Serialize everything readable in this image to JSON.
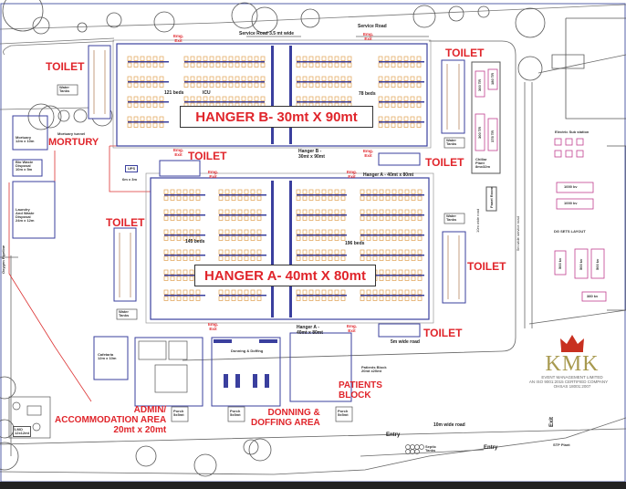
{
  "hangars": {
    "b": {
      "title": "HANGER B- 30mt X 90mt",
      "sub": "Hanger B -\n30mt x 90mt",
      "beds_left": "121 beds",
      "icu": "ICU",
      "beds_right": "78 beds"
    },
    "a": {
      "title": "HANGER A- 40mt X 80mt",
      "header": "Hanger A - 40mt x 80mt",
      "sub": "Hanger A -\n40mt x 80mt",
      "beds_left": "145 beds",
      "beds_right": "196 beds"
    }
  },
  "roads": {
    "service_top": "Service Road 3.5 mt wide",
    "service": "Service Road",
    "wide_10m": "10m wide road",
    "wide_5m": "5m wide road",
    "side_road": "10m wide road",
    "service_side": "5m wide service road"
  },
  "toilet_label": "TOILET",
  "emg_exit": "Emg.\nExit",
  "water_tanks": "Water\nTanks",
  "facilities": {
    "mortuary": "Mortuary\n12m x 10m",
    "mortuary_label": "MORTURY",
    "mortuary_tunnel": "Mortuary tunnel",
    "bio_waste": "Bio Waste\nDisposal\n10m x 5m",
    "laundry": "Laundry\nAnd Waste\nDisposal\n24m x 12m",
    "ups": "UPS",
    "ups_size": "6m x 3m",
    "oxygen": "Oxygen Pipeline",
    "cafeteria": "Cafetaria\n12m x 10m",
    "lmo": "LMO\n12x12mt",
    "chiller": "Chillar\nPlant\n8mx32m",
    "chiller_units": [
      "300 TR",
      "180 TR",
      "300 TR",
      "375 TR"
    ],
    "panel_room": "Panel Room",
    "electric": "Electric Sub station",
    "kv1000": "1000 kv",
    "dg_sets": "DG SETS LAYOUT",
    "dg_units": [
      "500 kv",
      "500 kv",
      "500 kv"
    ],
    "kv380": "380 kv",
    "patients_block_small": "Patients Block\n20mt x20mt",
    "porch": "Porch\n5x5mt",
    "septic": "Septic\nTanks",
    "stp": "STP Plant",
    "entry": "Entry",
    "exit": "Exit",
    "donning_small": "Donning & Doffing"
  },
  "areas": {
    "admin": "ADMIN/\nACCOMMODATION AREA\n20mt x 20mt",
    "donning": "DONNING &\nDOFFING AREA",
    "patients": "PATIENTS\nBLOCK"
  },
  "logo": {
    "brand": "KMK",
    "name": "EVENT MANAGEMENT LIMITED",
    "cert1": "AN ISO 9001:2015 CERTIFIED COMPANY",
    "cert2": "OHSAS 18001:2007"
  },
  "colors": {
    "red": "#e0252b",
    "blue": "#3a3f9e",
    "bed": "#e0a050",
    "gold": "#a89a50"
  }
}
